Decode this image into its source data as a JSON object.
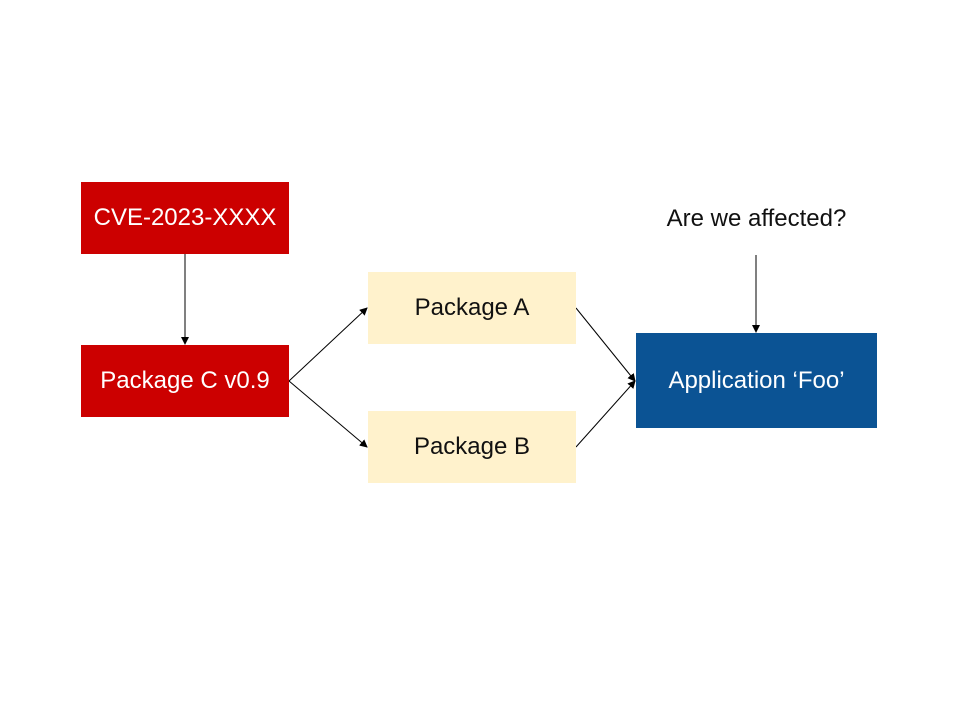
{
  "nodes": {
    "cve": {
      "label": "CVE-2023-XXXX",
      "color": "#cc0000"
    },
    "package_c": {
      "label": "Package C v0.9",
      "color": "#cc0000"
    },
    "package_a": {
      "label": "Package A",
      "color": "#fff2cc"
    },
    "package_b": {
      "label": "Package B",
      "color": "#fff2cc"
    },
    "application": {
      "label": "Application ‘Foo’",
      "color": "#0b5394"
    }
  },
  "question": "Are we affected?",
  "edges": [
    {
      "from": "cve",
      "to": "package_c"
    },
    {
      "from": "package_c",
      "to": "package_a"
    },
    {
      "from": "package_c",
      "to": "package_b"
    },
    {
      "from": "package_a",
      "to": "application"
    },
    {
      "from": "package_b",
      "to": "application"
    },
    {
      "from": "question",
      "to": "application"
    }
  ]
}
